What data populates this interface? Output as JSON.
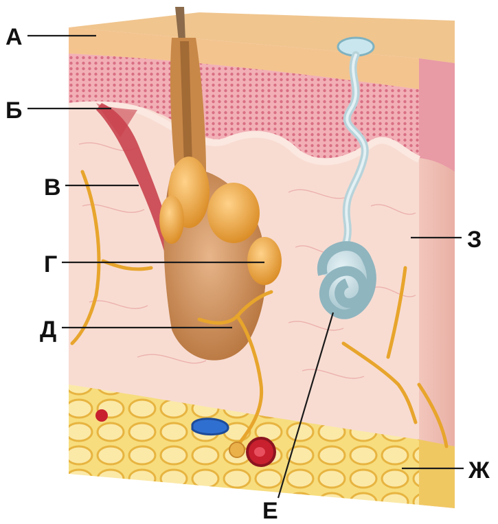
{
  "labels": {
    "a": "А",
    "b": "Б",
    "v": "В",
    "g": "Г",
    "d": "Д",
    "e": "Е",
    "zh": "Ж",
    "z": "З"
  },
  "colors": {
    "epidermis_top": "#f4c48f",
    "epidermis_cells": "#ec9aa8",
    "dermis": "#f8dcd2",
    "subcutaneous_fat": "#f6d66b",
    "hair_follicle": "#c98a4b",
    "sebaceous_gland": "#e3a33a",
    "sweat_gland": "#c7dde3",
    "muscle": "#c9424e",
    "nerve": "#e7a52c",
    "vessel_red": "#c8202e",
    "vessel_blue": "#2f6fd0"
  }
}
